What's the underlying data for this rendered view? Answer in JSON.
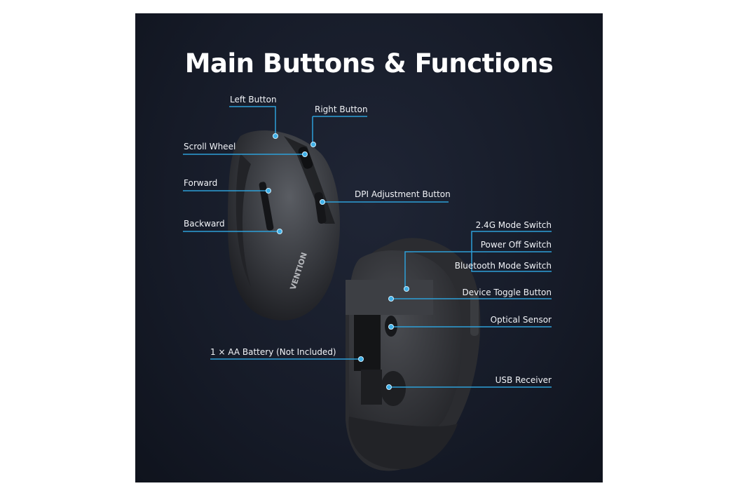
{
  "title": "Main Buttons & Functions",
  "brand": "VENTION",
  "accent_color": "#2d9fd8",
  "labels": {
    "left_button": "Left Button",
    "right_button": "Right Button",
    "scroll_wheel": "Scroll Wheel",
    "forward": "Forward",
    "dpi": "DPI Adjustment Button",
    "backward": "Backward",
    "mode_24g": "2.4G Mode Switch",
    "power_off": "Power Off Switch",
    "bluetooth": "Bluetooth Mode Switch",
    "device_toggle": "Device Toggle Button",
    "optical_sensor": "Optical Sensor",
    "battery": "1 × AA Battery (Not Included)",
    "usb_receiver": "USB Receiver"
  }
}
